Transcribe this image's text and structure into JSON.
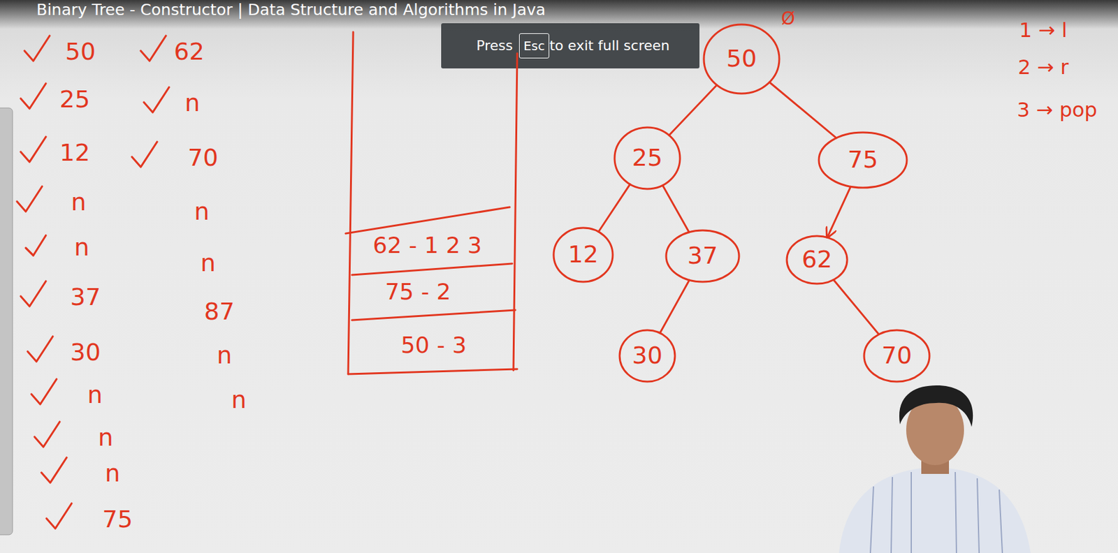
{
  "diagram": {
    "title": "Binary Tree - Constructor | Data Structure and Algorithms in Java",
    "nodes": [
      {
        "text": [
          "62 - 1 2 3"
        ]
      },
      {
        "text": [
          "75 - 2"
        ]
      },
      {
        "text": [
          "50 - 3"
        ]
      },
      {
        "text": [
          "50"
        ]
      },
      {
        "text": [
          "25"
        ]
      },
      {
        "text": [
          "75"
        ]
      },
      {
        "text": [
          "12"
        ]
      },
      {
        "text": [
          "37"
        ]
      },
      {
        "text": [
          "62"
        ]
      },
      {
        "text": [
          "30"
        ]
      },
      {
        "text": [
          "70"
        ]
      }
    ],
    "edges": [
      {
        "from": 3,
        "to": 4,
        "arrow": "none"
      },
      {
        "from": 3,
        "to": 5,
        "arrow": "none"
      },
      {
        "from": 4,
        "to": 6,
        "arrow": "none"
      },
      {
        "from": 4,
        "to": 7,
        "arrow": "none"
      },
      {
        "from": 5,
        "to": 8,
        "arrow": "to"
      },
      {
        "from": 7,
        "to": 9,
        "arrow": "none"
      },
      {
        "from": 8,
        "to": 10,
        "arrow": "none"
      }
    ],
    "labels": [
      "Press",
      "Esc",
      "to exit full screen",
      "50",
      "25",
      "12",
      "n",
      "n",
      "37",
      "30",
      "n",
      "n",
      "n",
      "75",
      "62",
      "n",
      "70",
      "n",
      "n",
      "87",
      "n",
      "n",
      "Ø",
      "1 → l",
      "2 → r",
      "3 → pop"
    ]
  }
}
